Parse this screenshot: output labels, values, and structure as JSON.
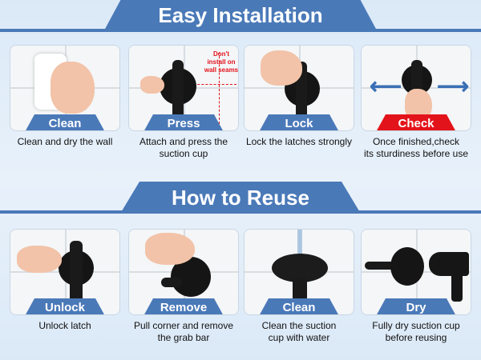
{
  "sections": {
    "install_title": "Easy Installation",
    "reuse_title": "How to Reuse"
  },
  "install_steps": [
    {
      "label": "Clean",
      "caption_1": "Clean and dry the wall",
      "caption_2": ""
    },
    {
      "label": "Press",
      "caption_1": "Attach and press the",
      "caption_2": "suction cup",
      "note_1": "Don't",
      "note_2": "install on",
      "note_3": "wall seams"
    },
    {
      "label": "Lock",
      "caption_1": "Lock the latches strongly",
      "caption_2": ""
    },
    {
      "label": "Check",
      "caption_1": "Once finished,check",
      "caption_2": "its sturdiness before use"
    }
  ],
  "reuse_steps": [
    {
      "label": "Unlock",
      "caption_1": "Unlock latch",
      "caption_2": ""
    },
    {
      "label": "Remove",
      "caption_1": "Pull corner and remove",
      "caption_2": "the grab bar"
    },
    {
      "label": "Clean",
      "caption_1": "Clean the suction",
      "caption_2": "cup with water"
    },
    {
      "label": "Dry",
      "caption_1": "Fully dry suction cup",
      "caption_2": "before reusing"
    }
  ],
  "colors": {
    "accent": "#4a79b8",
    "alert": "#e3131b"
  }
}
